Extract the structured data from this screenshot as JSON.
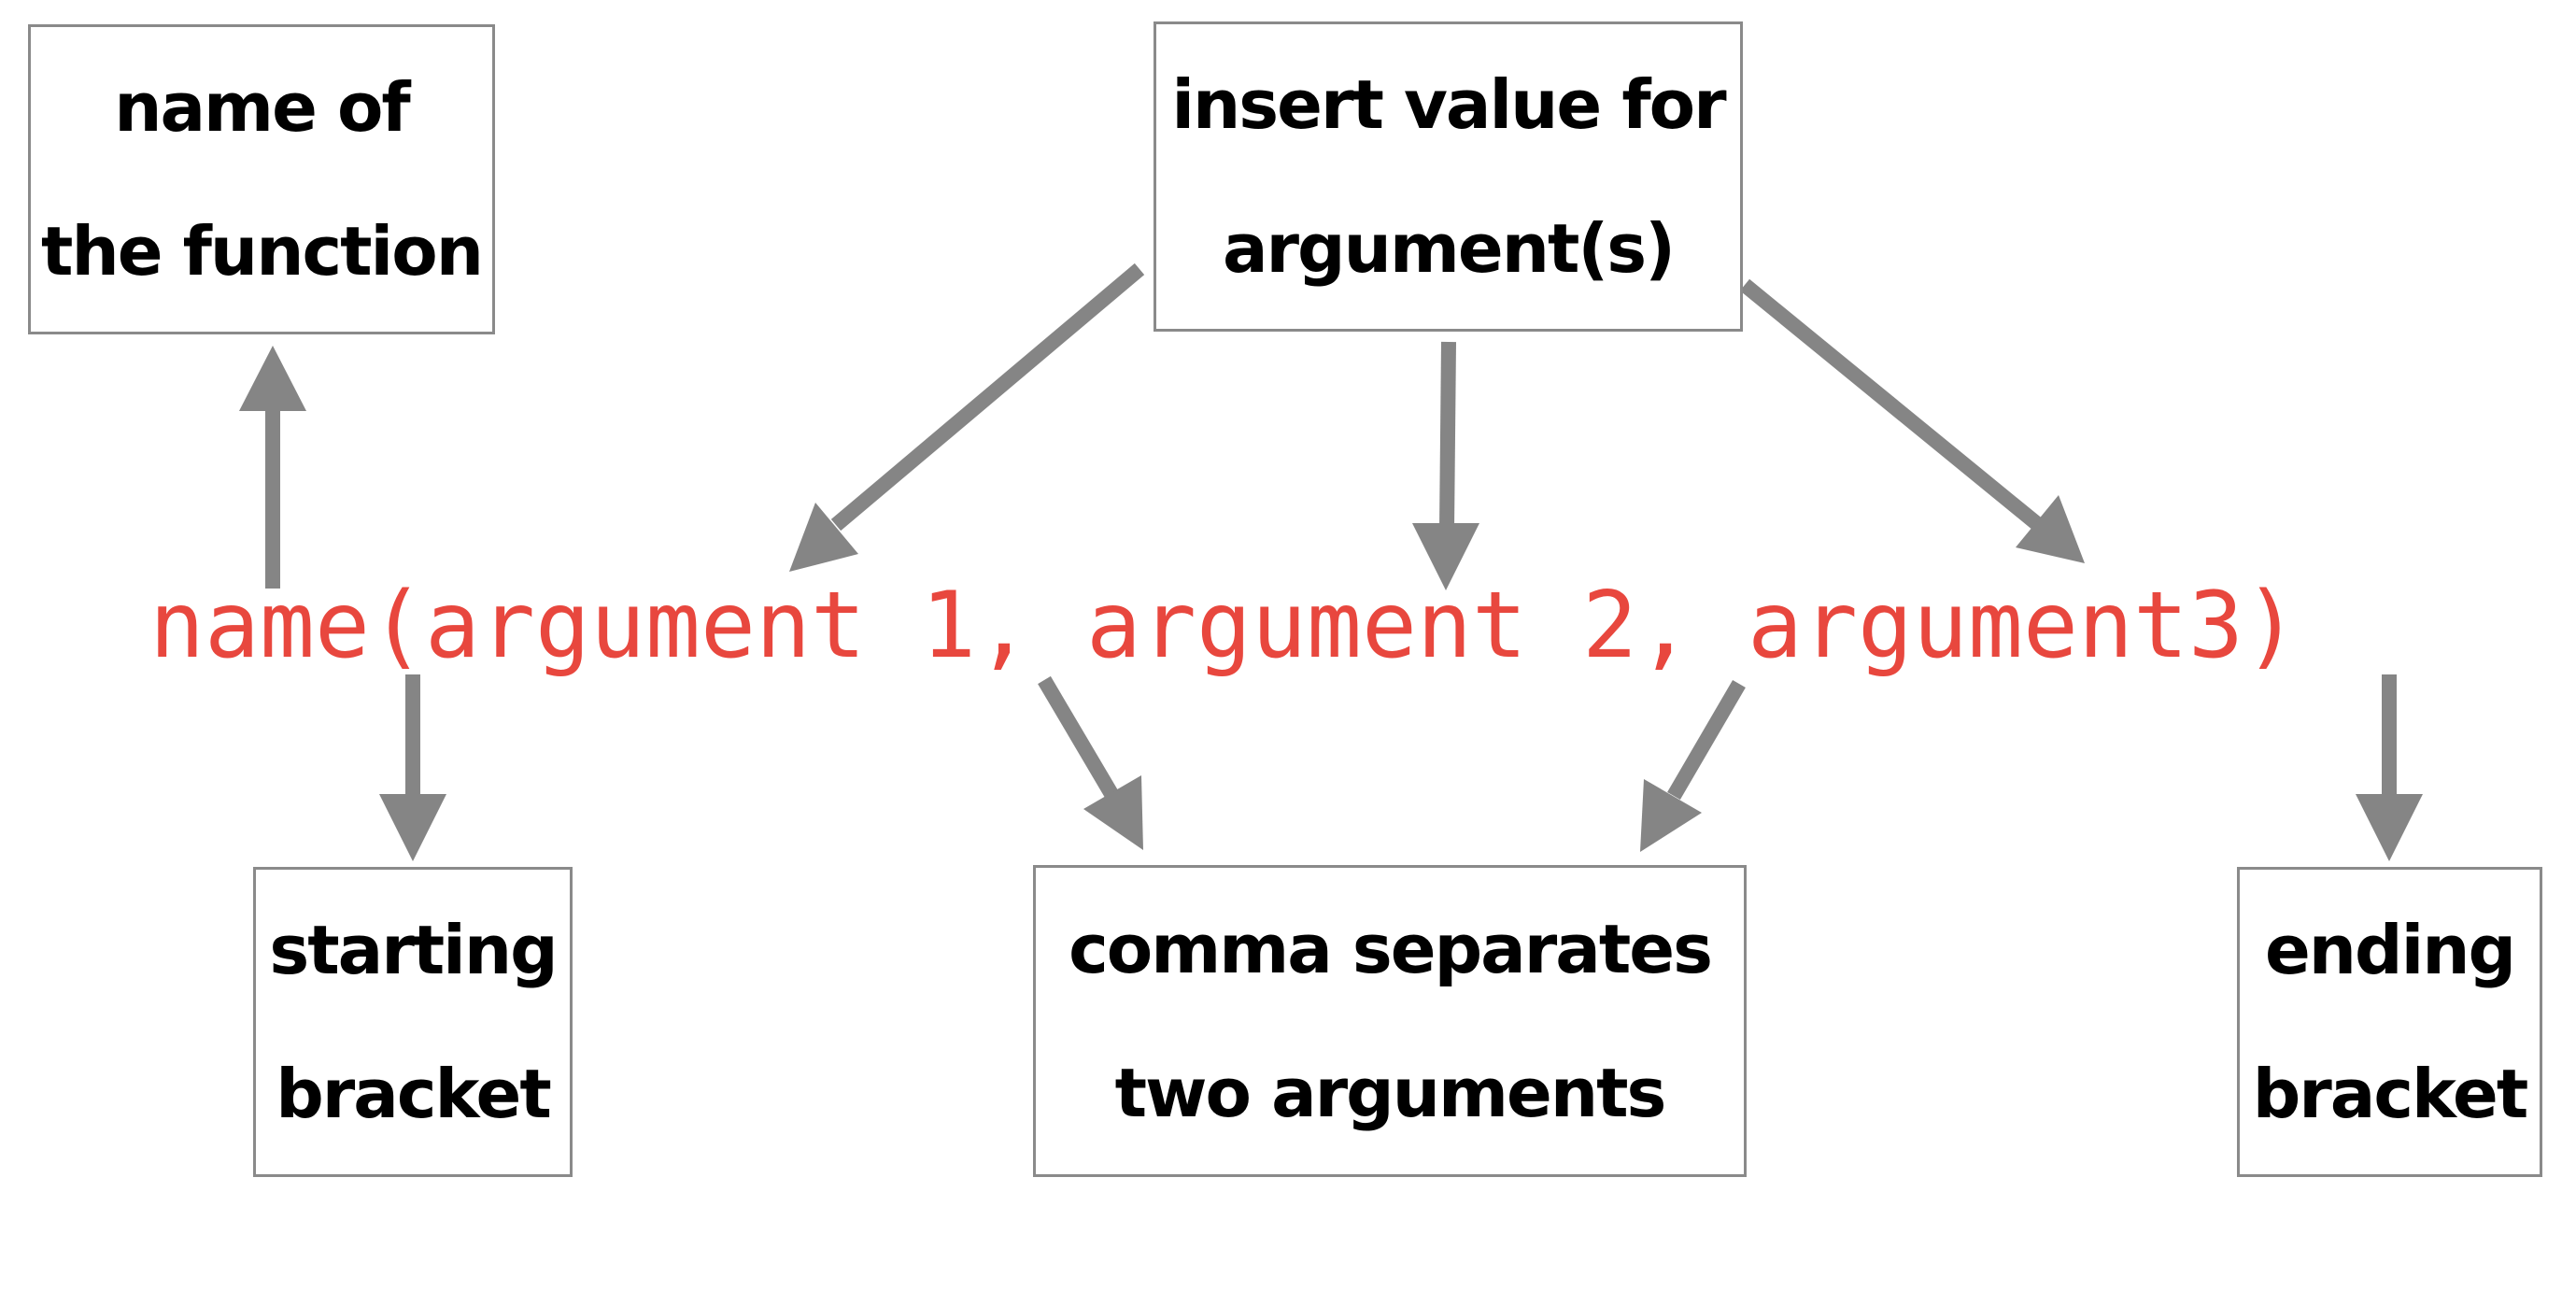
{
  "code": {
    "text": "name(argument 1, argument 2, argument3)"
  },
  "boxes": {
    "name_of_function": "name of\nthe function",
    "insert_value": "insert value for\nargument(s)",
    "starting_bracket": "starting\nbracket",
    "comma_separates": "comma separates\ntwo arguments",
    "ending_bracket": "ending\nbracket"
  },
  "colors": {
    "code": "#e8473e",
    "arrow": "#858585",
    "box_border": "#8a8a8a",
    "box_text": "#000000"
  }
}
